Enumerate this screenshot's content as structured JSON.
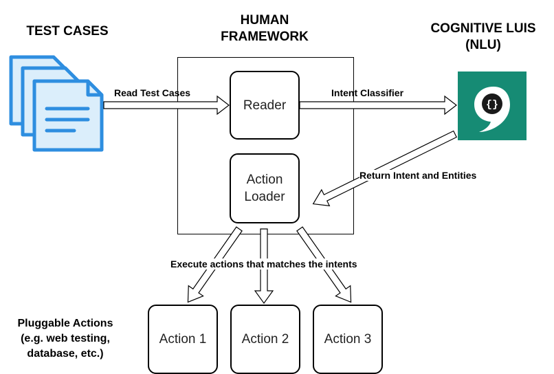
{
  "headers": {
    "test_cases": "TEST CASES",
    "human_framework_line1": "HUMAN",
    "human_framework_line2": "FRAMEWORK",
    "cognitive_line1": "COGNITIVE LUIS",
    "cognitive_line2": "(NLU)"
  },
  "nodes": {
    "reader": "Reader",
    "action_loader_line1": "Action",
    "action_loader_line2": "Loader",
    "action1": "Action 1",
    "action2": "Action 2",
    "action3": "Action 3",
    "luis_icon_glyph": "{}"
  },
  "edges": {
    "read_test_cases": "Read Test Cases",
    "intent_classifier": "Intent Classifier",
    "return_intent": "Return Intent and Entities",
    "execute_actions": "Execute actions that matches the intents"
  },
  "pluggable": {
    "line1": "Pluggable Actions",
    "line2": "(e.g. web testing,",
    "line3": "database, etc.)"
  },
  "colors": {
    "doc_border": "#2e8ee0",
    "doc_fill": "#dbeefb",
    "luis_bg": "#168b74"
  },
  "icons": [
    "documents-icon",
    "luis-icon"
  ]
}
